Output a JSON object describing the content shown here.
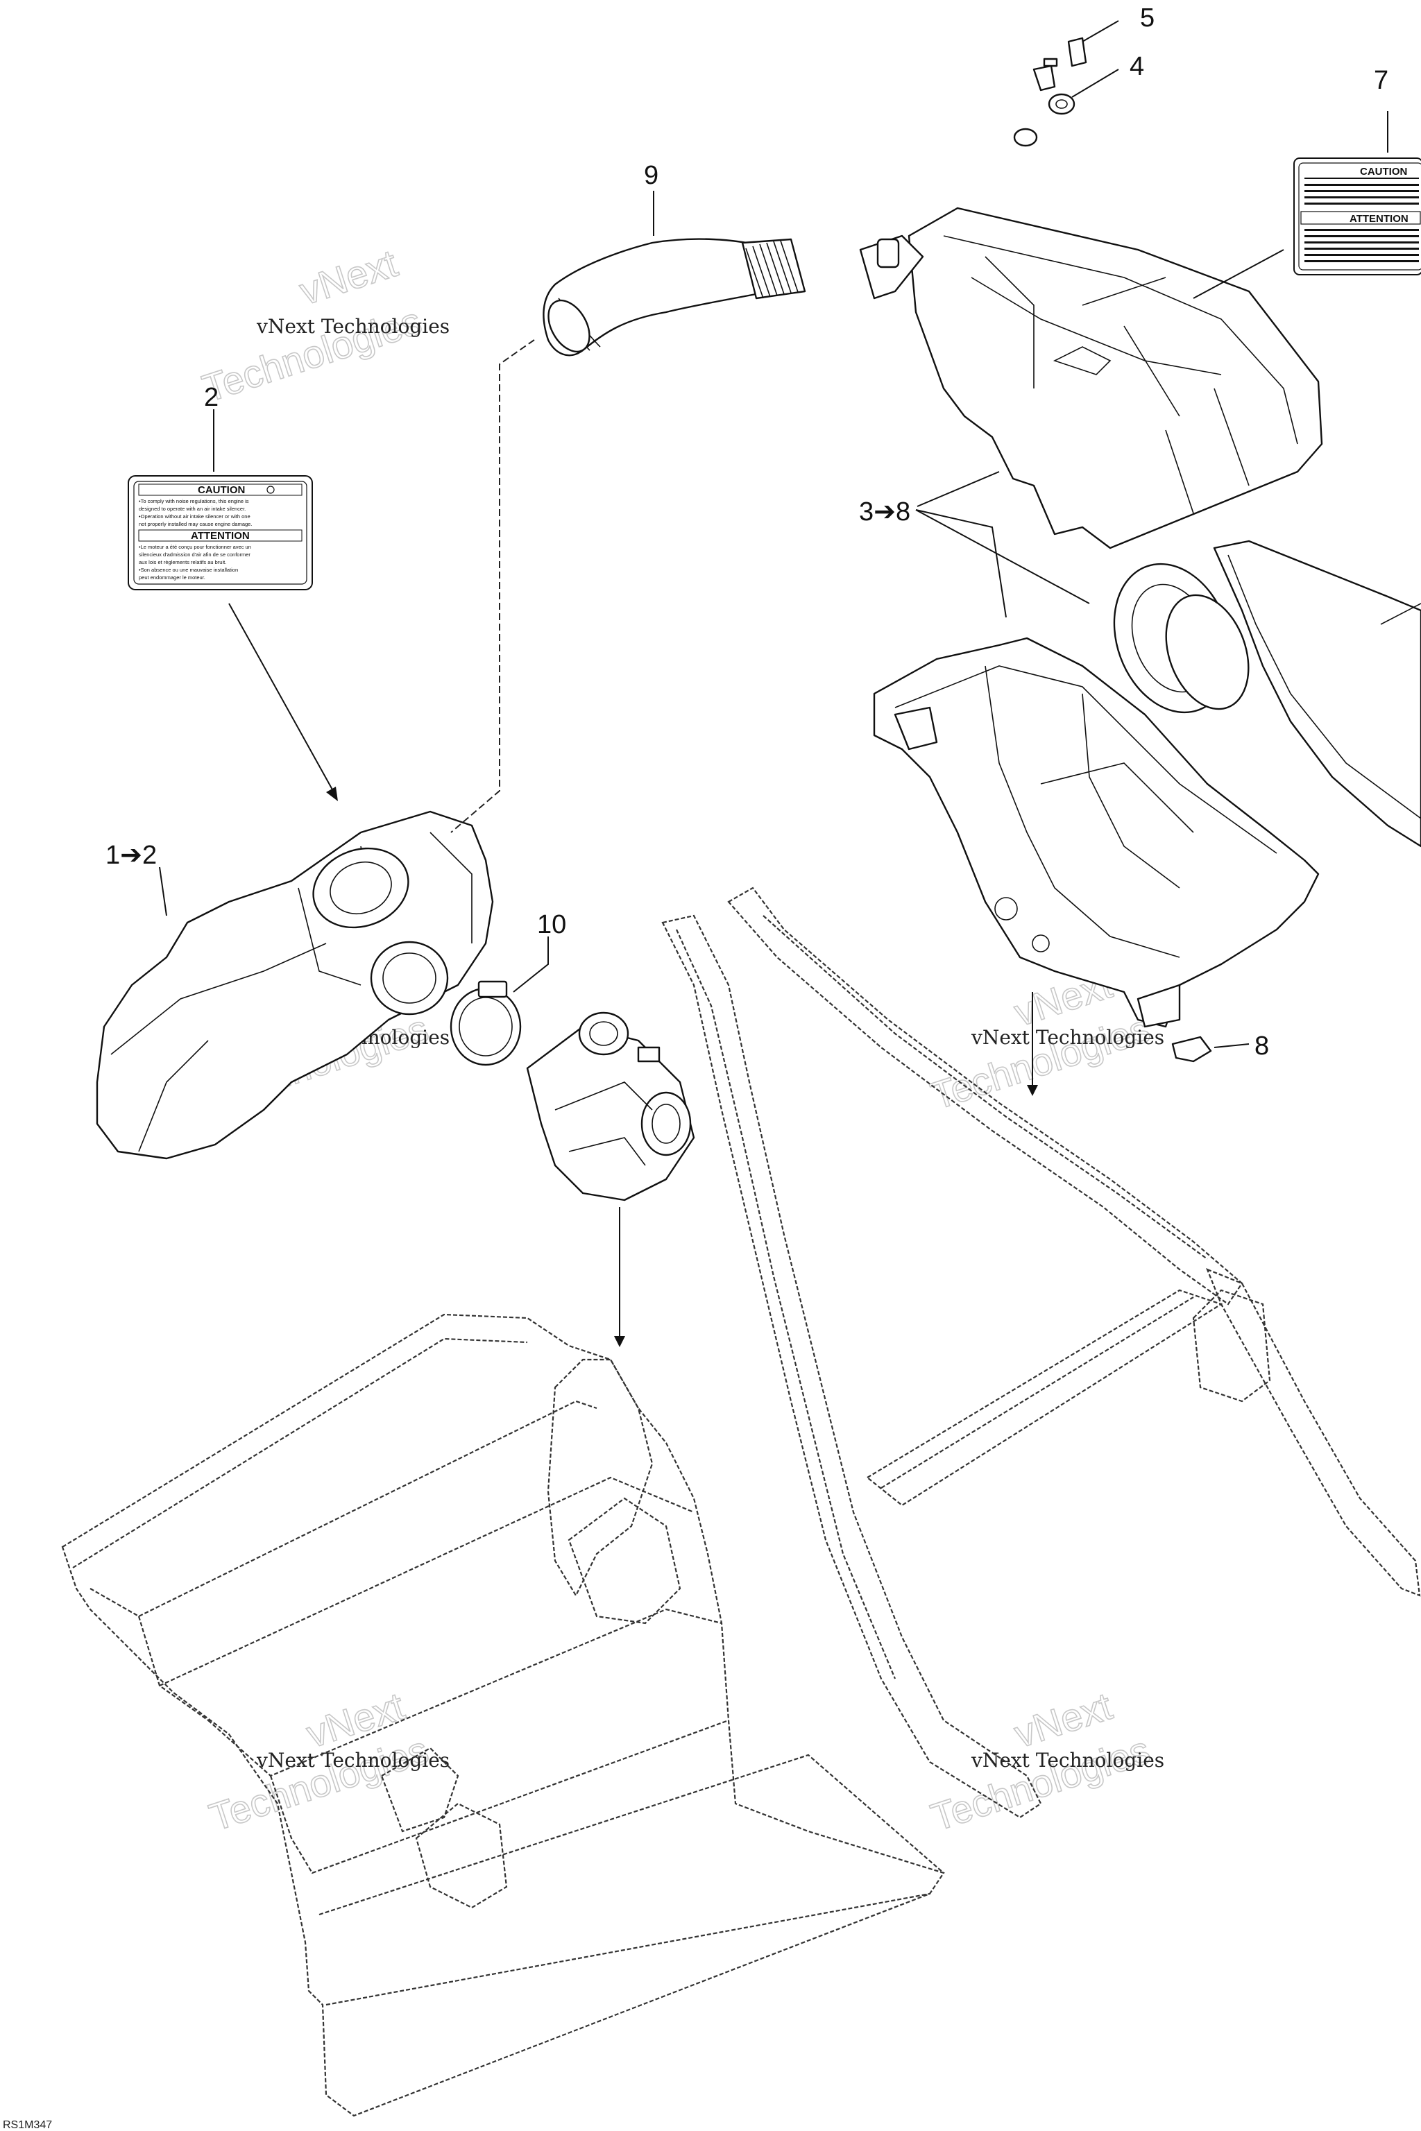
{
  "callouts": {
    "c1": "1➔2",
    "c2": "2",
    "c3": "3➔8",
    "c4": "4",
    "c5": "5",
    "c7": "7",
    "c8": "8",
    "c9": "9",
    "c10": "10"
  },
  "watermark": {
    "line1": "vNext Technologies",
    "line2": "vNext",
    "line3": "Technologies"
  },
  "decal_left": {
    "title_1": "CAUTION",
    "lines_1": [
      "•To comply with noise regulations, this engine is",
      "designed to operate with an air intake silencer.",
      "•Operation without air intake silencer or with one",
      "not properly installed may cause engine damage."
    ],
    "title_2": "ATTENTION",
    "lines_2": [
      "•Le moteur a été conçu pour fonctionner avec un",
      "silencieux d'admission d'air afin de se conformer",
      "aux lois et règlements relatifs au bruit.",
      "•Son absence ou une mauvaise installation",
      "peut endommager le moteur."
    ]
  },
  "decal_right": {
    "title_1": "CAUTION",
    "title_2": "ATTENTION"
  },
  "figure_ref": "RS1M347"
}
